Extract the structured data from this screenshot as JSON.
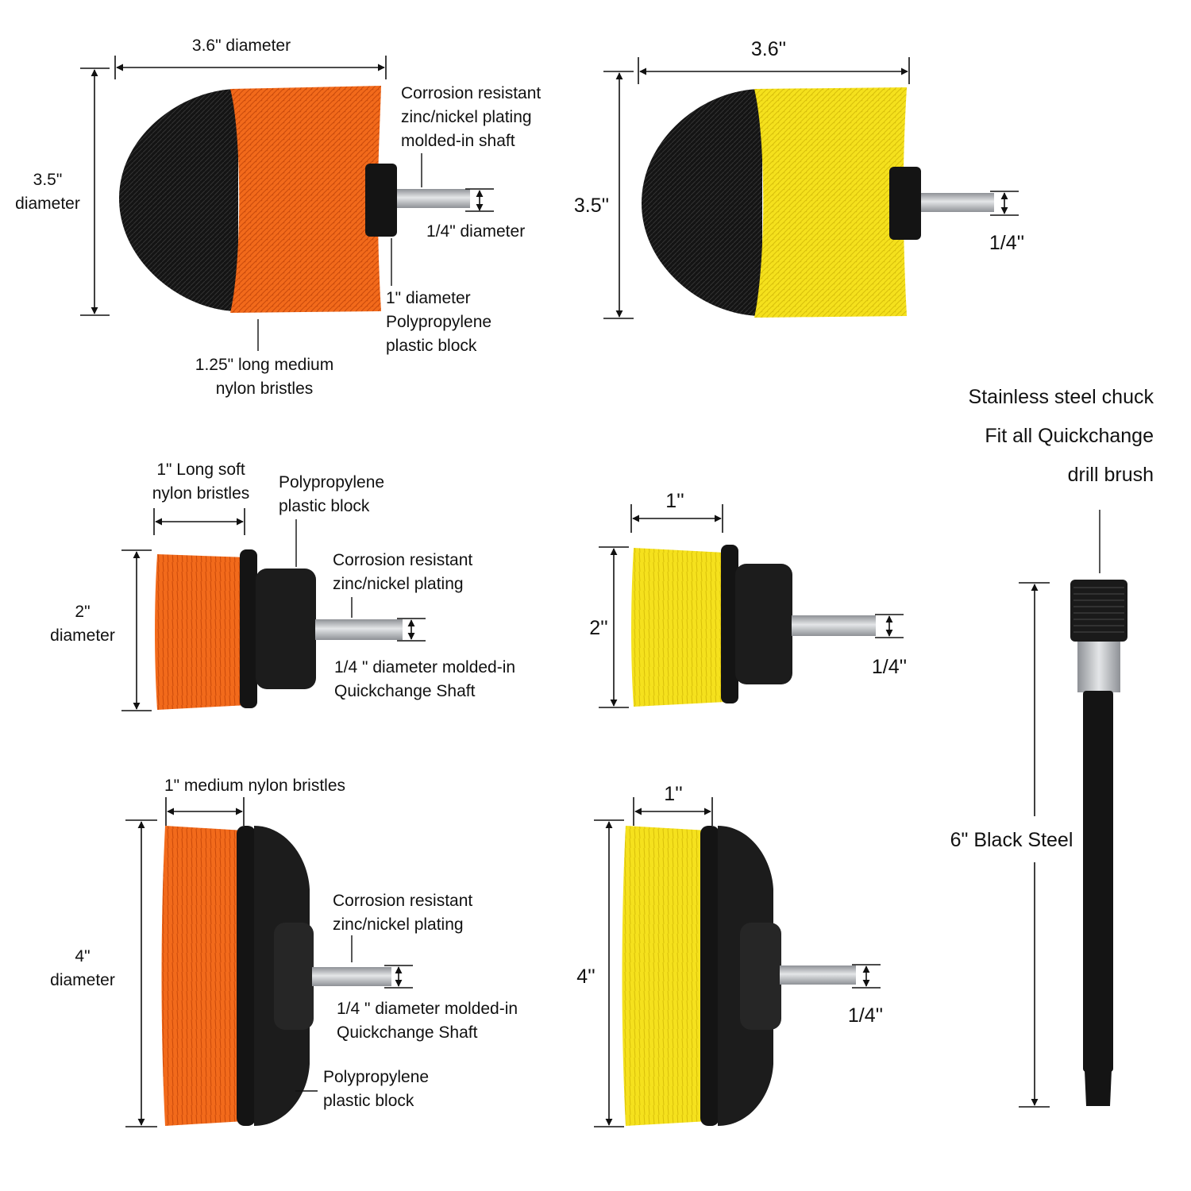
{
  "colors": {
    "orange": "#f26a1b",
    "orange_dark": "#c9490a",
    "yellow": "#f5e11d",
    "yellow_dark": "#d8bf0a",
    "black": "#141414",
    "steel": "#b9bcc0",
    "background": "#ffffff"
  },
  "icons": {
    "dimension-arrow": "double-headed arrow",
    "leader-line": "thin line"
  },
  "brush_orange_drill": {
    "width_label": "3.6\" diameter",
    "height_label_line1": "3.5\"",
    "height_label_line2": "diameter",
    "shaft_label_line1": "Corrosion resistant",
    "shaft_label_line2": "zinc/nickel plating",
    "shaft_label_line3": "molded-in shaft",
    "hex_label": "1/4\" diameter",
    "block_label_line1": "1\" diameter",
    "block_label_line2": "Polypropylene",
    "block_label_line3": "plastic block",
    "bristle_label_line1": "1.25\" long medium",
    "bristle_label_line2": "nylon bristles"
  },
  "brush_yellow_drill": {
    "width_label": "3.6''",
    "height_label": "3.5''",
    "hex_label": "1/4''"
  },
  "brush_orange_small": {
    "bristle_label_line1": "1\" Long soft",
    "bristle_label_line2": "nylon bristles",
    "block_label_line1": "Polypropylene",
    "block_label_line2": "plastic block",
    "plating_label_line1": "Corrosion resistant",
    "plating_label_line2": "zinc/nickel plating",
    "height_label_line1": "2\"",
    "height_label_line2": "diameter",
    "shaft_label_line1": "1/4 \" diameter molded-in",
    "shaft_label_line2": "Quickchange Shaft"
  },
  "brush_yellow_small": {
    "width_label": "1''",
    "height_label": "2''",
    "hex_label": "1/4''"
  },
  "brush_orange_large": {
    "bristle_label": "1\" medium nylon bristles",
    "plating_label_line1": "Corrosion resistant",
    "plating_label_line2": "zinc/nickel plating",
    "height_label_line1": "4\"",
    "height_label_line2": "diameter",
    "shaft_label_line1": "1/4 \" diameter molded-in",
    "shaft_label_line2": "Quickchange Shaft",
    "block_label_line1": "Polypropylene",
    "block_label_line2": "plastic block"
  },
  "brush_yellow_large": {
    "width_label": "1''",
    "height_label": "4''",
    "hex_label": "1/4''"
  },
  "extension": {
    "title_line1": "Stainless steel chuck",
    "title_line2": "Fit all Quickchange",
    "title_line3": "drill brush",
    "length_label": "6\" Black Steel"
  }
}
